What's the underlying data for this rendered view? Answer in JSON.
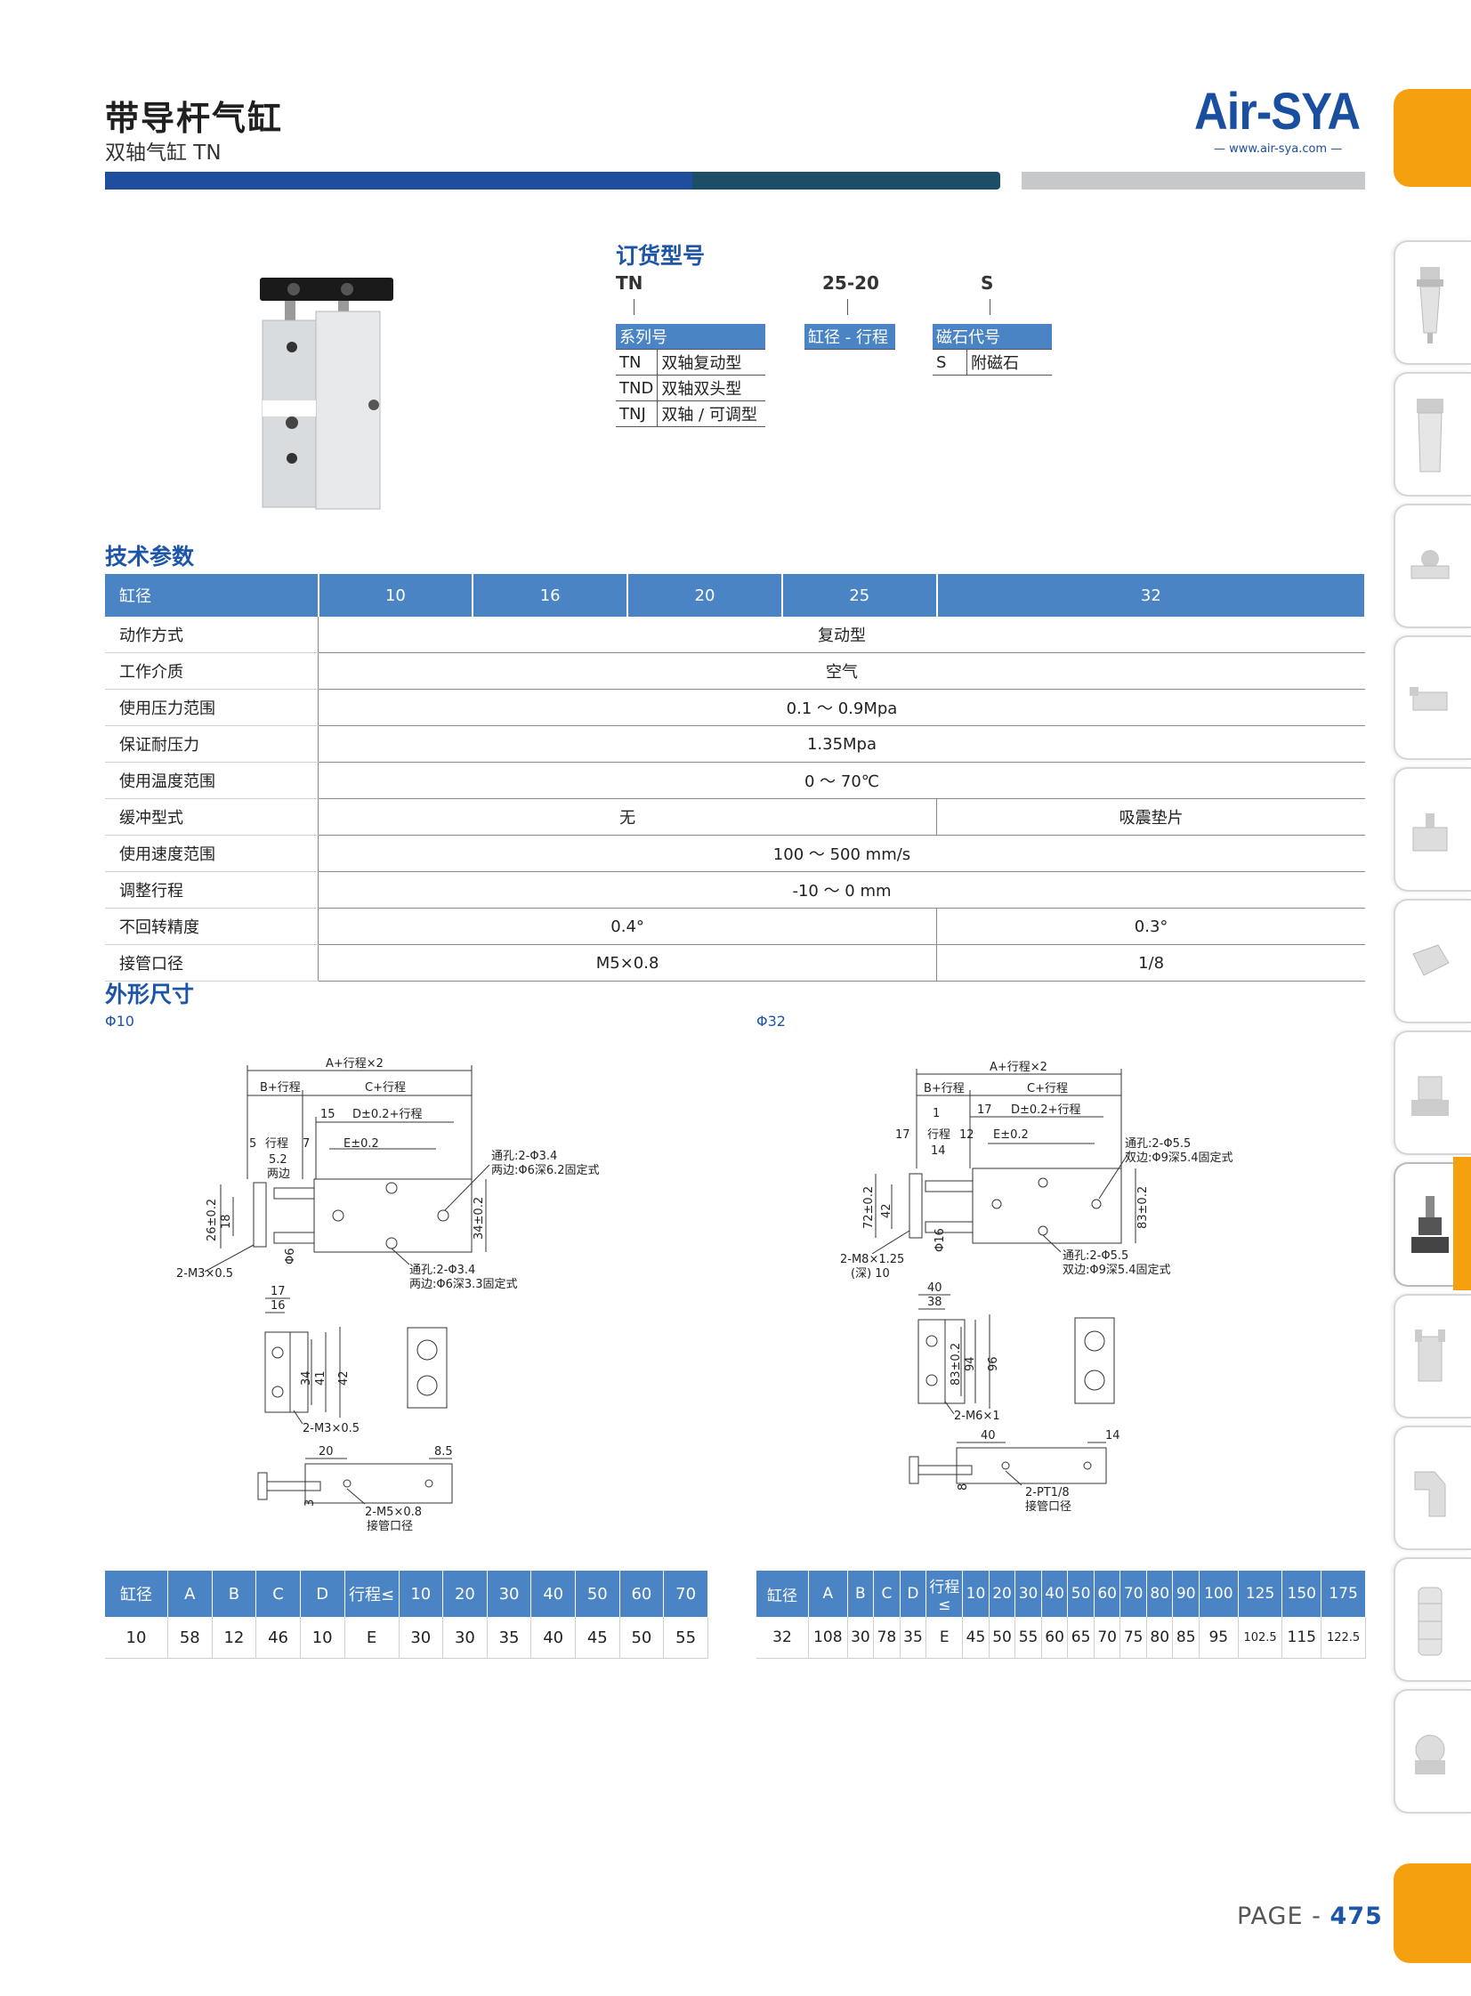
{
  "header": {
    "title": "带导杆气缸",
    "subtitle": "双轴气缸 TN",
    "logo": "Air-SYA",
    "url": "— www.air-sya.com —"
  },
  "order": {
    "heading": "订货型号",
    "code1": "TN",
    "code2": "25-20",
    "code3": "S",
    "series_header": "系列号",
    "series": [
      {
        "code": "TN",
        "desc": "双轴复动型"
      },
      {
        "code": "TND",
        "desc": "双轴双头型"
      },
      {
        "code": "TNJ",
        "desc": "双轴 / 可调型"
      }
    ],
    "bore_stroke": "缸径 - 行程",
    "magnet_header": "磁石代号",
    "magnet": [
      {
        "code": "S",
        "desc": "附磁石"
      }
    ]
  },
  "specs": {
    "heading": "技术参数",
    "bore_label": "缸径",
    "bores": [
      "10",
      "16",
      "20",
      "25",
      "32"
    ],
    "rows": [
      {
        "label": "动作方式",
        "value": "复动型"
      },
      {
        "label": "工作介质",
        "value": "空气"
      },
      {
        "label": "使用压力范围",
        "value": "0.1 ～ 0.9Mpa"
      },
      {
        "label": "保证耐压力",
        "value": "1.35Mpa"
      },
      {
        "label": "使用温度范围",
        "value": "0 ～ 70℃"
      },
      {
        "label": "缓冲型式",
        "value": "无",
        "value_32": "吸震垫片"
      },
      {
        "label": "使用速度范围",
        "value": "100 ～ 500 mm/s"
      },
      {
        "label": "调整行程",
        "value": "-10 ～ 0 mm"
      },
      {
        "label": "不回转精度",
        "value": "0.4°",
        "value_32": "0.3°"
      },
      {
        "label": "接管口径",
        "value": "M5×0.8",
        "value_32": "1/8"
      }
    ]
  },
  "dims": {
    "heading": "外形尺寸",
    "phi10": "Φ10",
    "phi32": "Φ32",
    "d10": {
      "top1": "A+行程×2",
      "top2": "B+行程",
      "top3": "C+行程",
      "top4": "D±0.2+行程",
      "n15": "15",
      "n5": "5",
      "stroke": "行程",
      "n7": "7",
      "e": "E±0.2",
      "n52": "5.2",
      "twoside": "两边",
      "n26": "26±0.2",
      "n18": "18",
      "n34": "34±0.2",
      "phi6": "Φ6",
      "hole1a": "通孔:2-Φ3.4",
      "hole1b": "两边:Φ6深6.2固定式",
      "hole2a": "通孔:2-Φ3.4",
      "hole2b": "两边:Φ6深3.3固定式",
      "m3": "2-M3×0.5",
      "s17": "17",
      "s16": "16",
      "s34": "34",
      "s41": "41",
      "s42": "42",
      "m3b": "2-M3×0.5",
      "b20": "20",
      "b85": "8.5",
      "b3": "3",
      "m5": "2-M5×0.8",
      "port": "接管口径"
    },
    "d32": {
      "top1": "A+行程×2",
      "top2": "B+行程",
      "top3": "C+行程",
      "top4": "D±0.2+行程",
      "n1": "1",
      "n17": "17",
      "n17b": "17",
      "stroke": "行程",
      "n12": "12",
      "n14": "14",
      "e": "E±0.2",
      "n72": "72±0.2",
      "n42": "42",
      "phi16": "Φ16",
      "n83": "83±0.2",
      "hole1a": "通孔:2-Φ5.5",
      "hole1b": "双边:Φ9深5.4固定式",
      "hole2a": "通孔:2-Φ5.5",
      "hole2b": "双边:Φ9深5.4固定式",
      "m8": "2-M8×1.25",
      "deep": "(深) 10",
      "s40": "40",
      "s38": "38",
      "s83": "83±0.2",
      "s94": "94",
      "s96": "96",
      "m6": "2-M6×1",
      "b40": "40",
      "b14": "14",
      "b8": "8",
      "pt": "2-PT1/8",
      "port": "接管口径"
    }
  },
  "table10": {
    "headers": [
      "缸径",
      "A",
      "B",
      "C",
      "D",
      "行程≤",
      "10",
      "20",
      "30",
      "40",
      "50",
      "60",
      "70"
    ],
    "row": [
      "10",
      "58",
      "12",
      "46",
      "10",
      "E",
      "30",
      "30",
      "35",
      "40",
      "45",
      "50",
      "55"
    ]
  },
  "table32": {
    "headers": [
      "缸径",
      "A",
      "B",
      "C",
      "D",
      "行程≤",
      "10",
      "20",
      "30",
      "40",
      "50",
      "60",
      "70",
      "80",
      "90",
      "100",
      "125",
      "150",
      "175"
    ],
    "row": [
      "32",
      "108",
      "30",
      "78",
      "35",
      "E",
      "45",
      "50",
      "55",
      "60",
      "65",
      "70",
      "75",
      "80",
      "85",
      "95",
      "102.5",
      "115",
      "122.5"
    ]
  },
  "footer": {
    "page_label": "PAGE -",
    "page_number": "475"
  }
}
